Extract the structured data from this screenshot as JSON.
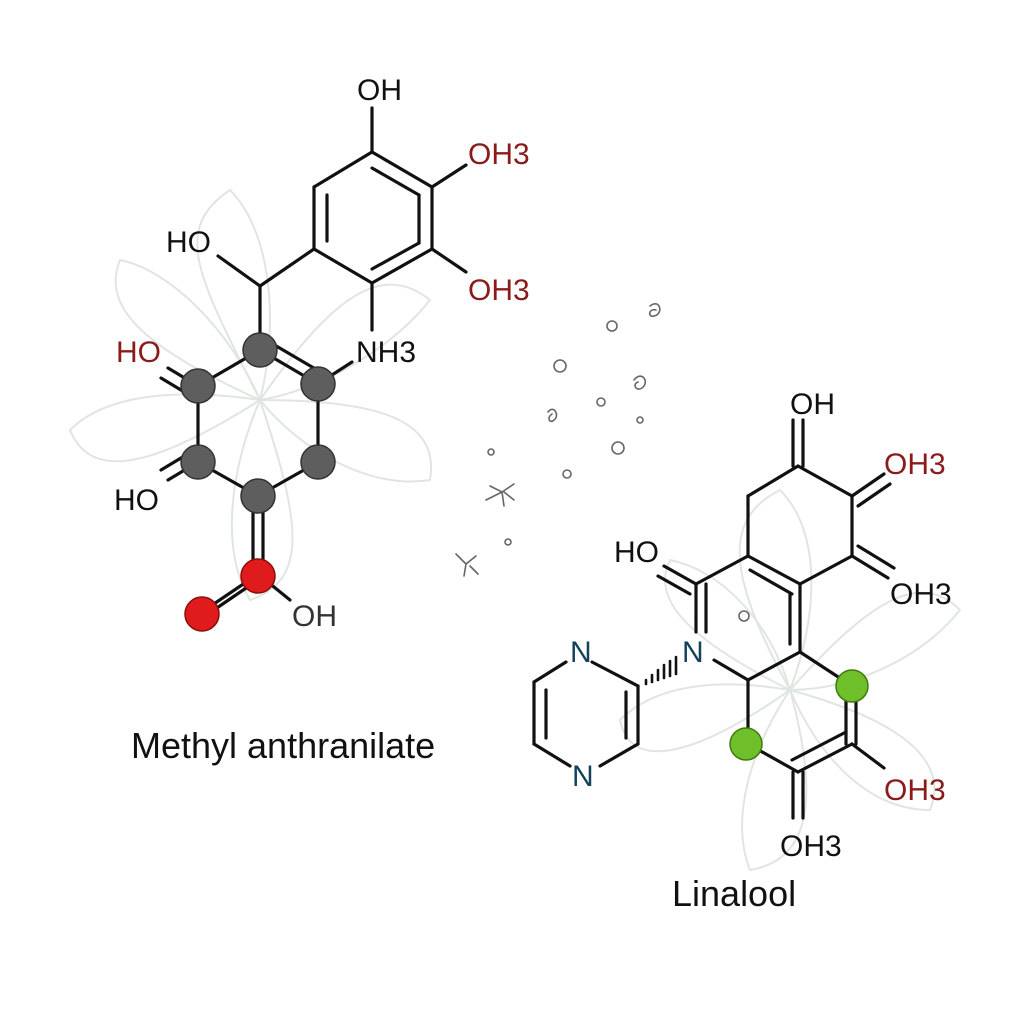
{
  "colors": {
    "bond": "#111111",
    "oxygen_label": "#8b1a1a",
    "nitrogen_label": "#12425c",
    "atom_gray": "#5e5e5e",
    "atom_red": "#e01b1b",
    "atom_green": "#6fbf2a",
    "flower_outline": "#dfe6e1"
  },
  "molecule_1": {
    "caption": "Methyl anthranilate",
    "labels": {
      "top_oh": "OH",
      "oh3_upper": "OH3",
      "oh3_lower": "OH3",
      "ho_side": "HO",
      "nh3": "NH3",
      "ho_red": "HO",
      "ho_lower": "HO",
      "oh_bottom": "OH"
    }
  },
  "molecule_2": {
    "caption": "Linalool",
    "labels": {
      "oh_top": "OH",
      "oh3_1": "OH3",
      "ho": "HO",
      "oh3_2": "OH3",
      "n_ring": "N",
      "n_pyrazine_top": "N",
      "n_pyrazine_bottom": "N",
      "oh3_3": "OH3",
      "oh3_4": "OH3"
    }
  }
}
